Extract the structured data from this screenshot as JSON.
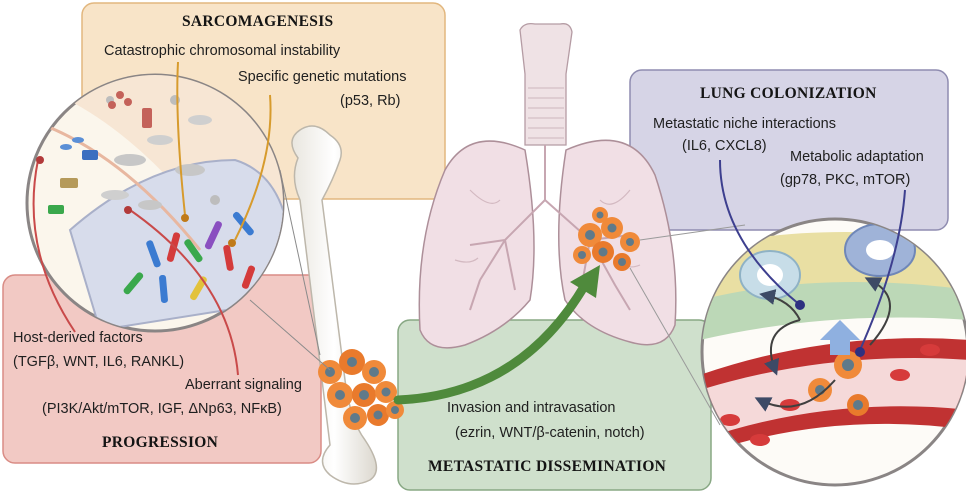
{
  "sarcomagenesis": {
    "title": "SARCOMAGENESIS",
    "line1": "Catastrophic chromosomal instability",
    "line2": "Specific genetic mutations",
    "line3": "(p53, Rb)"
  },
  "progression": {
    "title": "PROGRESSION",
    "host_label": "Host-derived factors",
    "host_detail": "(TGFβ, WNT, IL6, RANKL)",
    "aberrant_label": "Aberrant signaling",
    "aberrant_detail": "(PI3K/Akt/mTOR, IGF, ΔNp63, NFκB)"
  },
  "dissemination": {
    "title": "METASTATIC DISSEMINATION",
    "label": "Invasion and intravasation",
    "detail": "(ezrin, WNT/β-catenin, notch)"
  },
  "colonization": {
    "title": "LUNG COLONIZATION",
    "niche_label": "Metastatic niche interactions",
    "niche_detail": "(IL6, CXCL8)",
    "metabolic_label": "Metabolic adaptation",
    "metabolic_detail": "(gp78, PKC, mTOR)"
  },
  "colors": {
    "sarcomagenesis_box": "#f8e4c8",
    "progression_box": "#f2c9c4",
    "dissemination_box": "#cfe0cc",
    "colonization_box": "#d6d4e6",
    "lung": "#f1dfe5",
    "tumor": "#f08a3a",
    "arrow": "#4f8a3c",
    "blood": "#d23b3b"
  }
}
